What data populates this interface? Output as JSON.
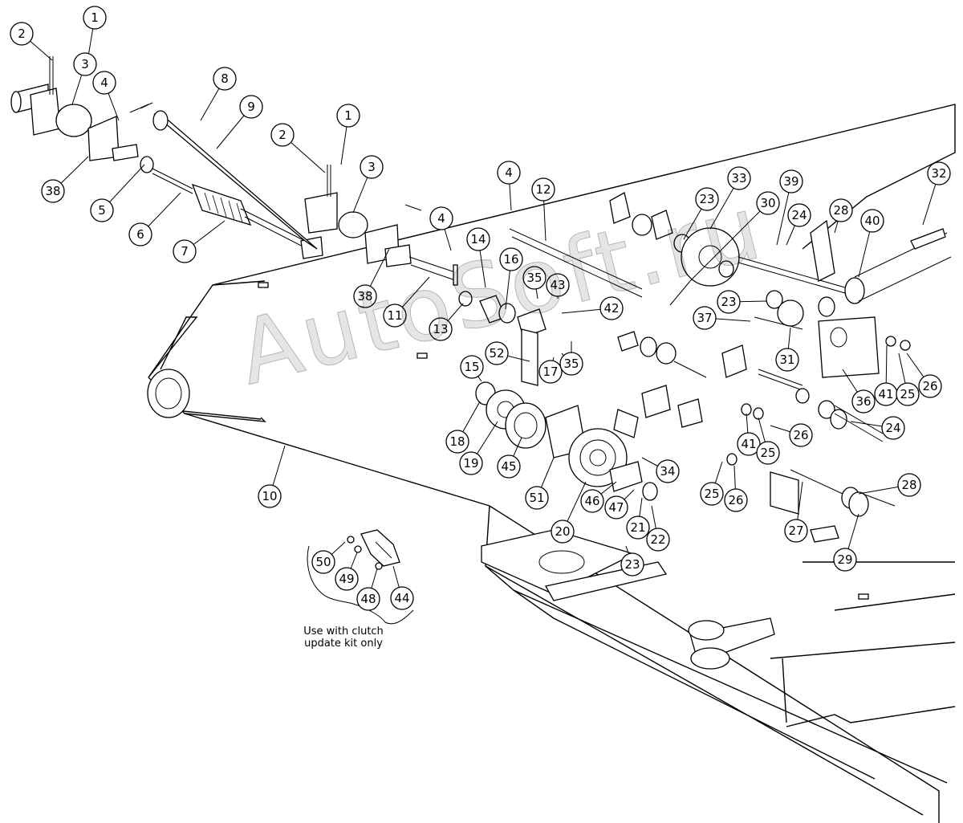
{
  "watermark": "AutoSoft.ru",
  "note": {
    "line1": "Use with clutch",
    "line2": "update kit only"
  },
  "callouts": [
    {
      "id": "c1a",
      "label": "1"
    },
    {
      "id": "c2a",
      "label": "2"
    },
    {
      "id": "c3a",
      "label": "3"
    },
    {
      "id": "c4a",
      "label": "4"
    },
    {
      "id": "c38a",
      "label": "38"
    },
    {
      "id": "c5",
      "label": "5"
    },
    {
      "id": "c6",
      "label": "6"
    },
    {
      "id": "c7",
      "label": "7"
    },
    {
      "id": "c8",
      "label": "8"
    },
    {
      "id": "c9",
      "label": "9"
    },
    {
      "id": "c2b",
      "label": "2"
    },
    {
      "id": "c1b",
      "label": "1"
    },
    {
      "id": "c3b",
      "label": "3"
    },
    {
      "id": "c38b",
      "label": "38"
    },
    {
      "id": "c4b",
      "label": "4"
    },
    {
      "id": "c11",
      "label": "11"
    },
    {
      "id": "c13",
      "label": "13"
    },
    {
      "id": "c14",
      "label": "14"
    },
    {
      "id": "c16",
      "label": "16"
    },
    {
      "id": "c4c",
      "label": "4"
    },
    {
      "id": "c12",
      "label": "12"
    },
    {
      "id": "c35a",
      "label": "35"
    },
    {
      "id": "c43",
      "label": "43"
    },
    {
      "id": "c42",
      "label": "42"
    },
    {
      "id": "c52",
      "label": "52"
    },
    {
      "id": "c15",
      "label": "15"
    },
    {
      "id": "c17",
      "label": "17"
    },
    {
      "id": "c35b",
      "label": "35"
    },
    {
      "id": "c18",
      "label": "18"
    },
    {
      "id": "c19",
      "label": "19"
    },
    {
      "id": "c45",
      "label": "45"
    },
    {
      "id": "c51",
      "label": "51"
    },
    {
      "id": "c20",
      "label": "20"
    },
    {
      "id": "c46",
      "label": "46"
    },
    {
      "id": "c47",
      "label": "47"
    },
    {
      "id": "c34",
      "label": "34"
    },
    {
      "id": "c21",
      "label": "21"
    },
    {
      "id": "c22",
      "label": "22"
    },
    {
      "id": "c23c",
      "label": "23"
    },
    {
      "id": "c10",
      "label": "10"
    },
    {
      "id": "c23a",
      "label": "23"
    },
    {
      "id": "c33",
      "label": "33"
    },
    {
      "id": "c30",
      "label": "30"
    },
    {
      "id": "c39",
      "label": "39"
    },
    {
      "id": "c24a",
      "label": "24"
    },
    {
      "id": "c28a",
      "label": "28"
    },
    {
      "id": "c40",
      "label": "40"
    },
    {
      "id": "c32",
      "label": "32"
    },
    {
      "id": "c23b",
      "label": "23"
    },
    {
      "id": "c37",
      "label": "37"
    },
    {
      "id": "c31",
      "label": "31"
    },
    {
      "id": "c36",
      "label": "36"
    },
    {
      "id": "c41a",
      "label": "41"
    },
    {
      "id": "c25a",
      "label": "25"
    },
    {
      "id": "c26a",
      "label": "26"
    },
    {
      "id": "c24b",
      "label": "24"
    },
    {
      "id": "c41b",
      "label": "41"
    },
    {
      "id": "c25b",
      "label": "25"
    },
    {
      "id": "c26b",
      "label": "26"
    },
    {
      "id": "c25c",
      "label": "25"
    },
    {
      "id": "c26c",
      "label": "26"
    },
    {
      "id": "c28b",
      "label": "28"
    },
    {
      "id": "c27",
      "label": "27"
    },
    {
      "id": "c29",
      "label": "29"
    },
    {
      "id": "c50",
      "label": "50"
    },
    {
      "id": "c49",
      "label": "49"
    },
    {
      "id": "c48",
      "label": "48"
    },
    {
      "id": "c44",
      "label": "44"
    }
  ]
}
